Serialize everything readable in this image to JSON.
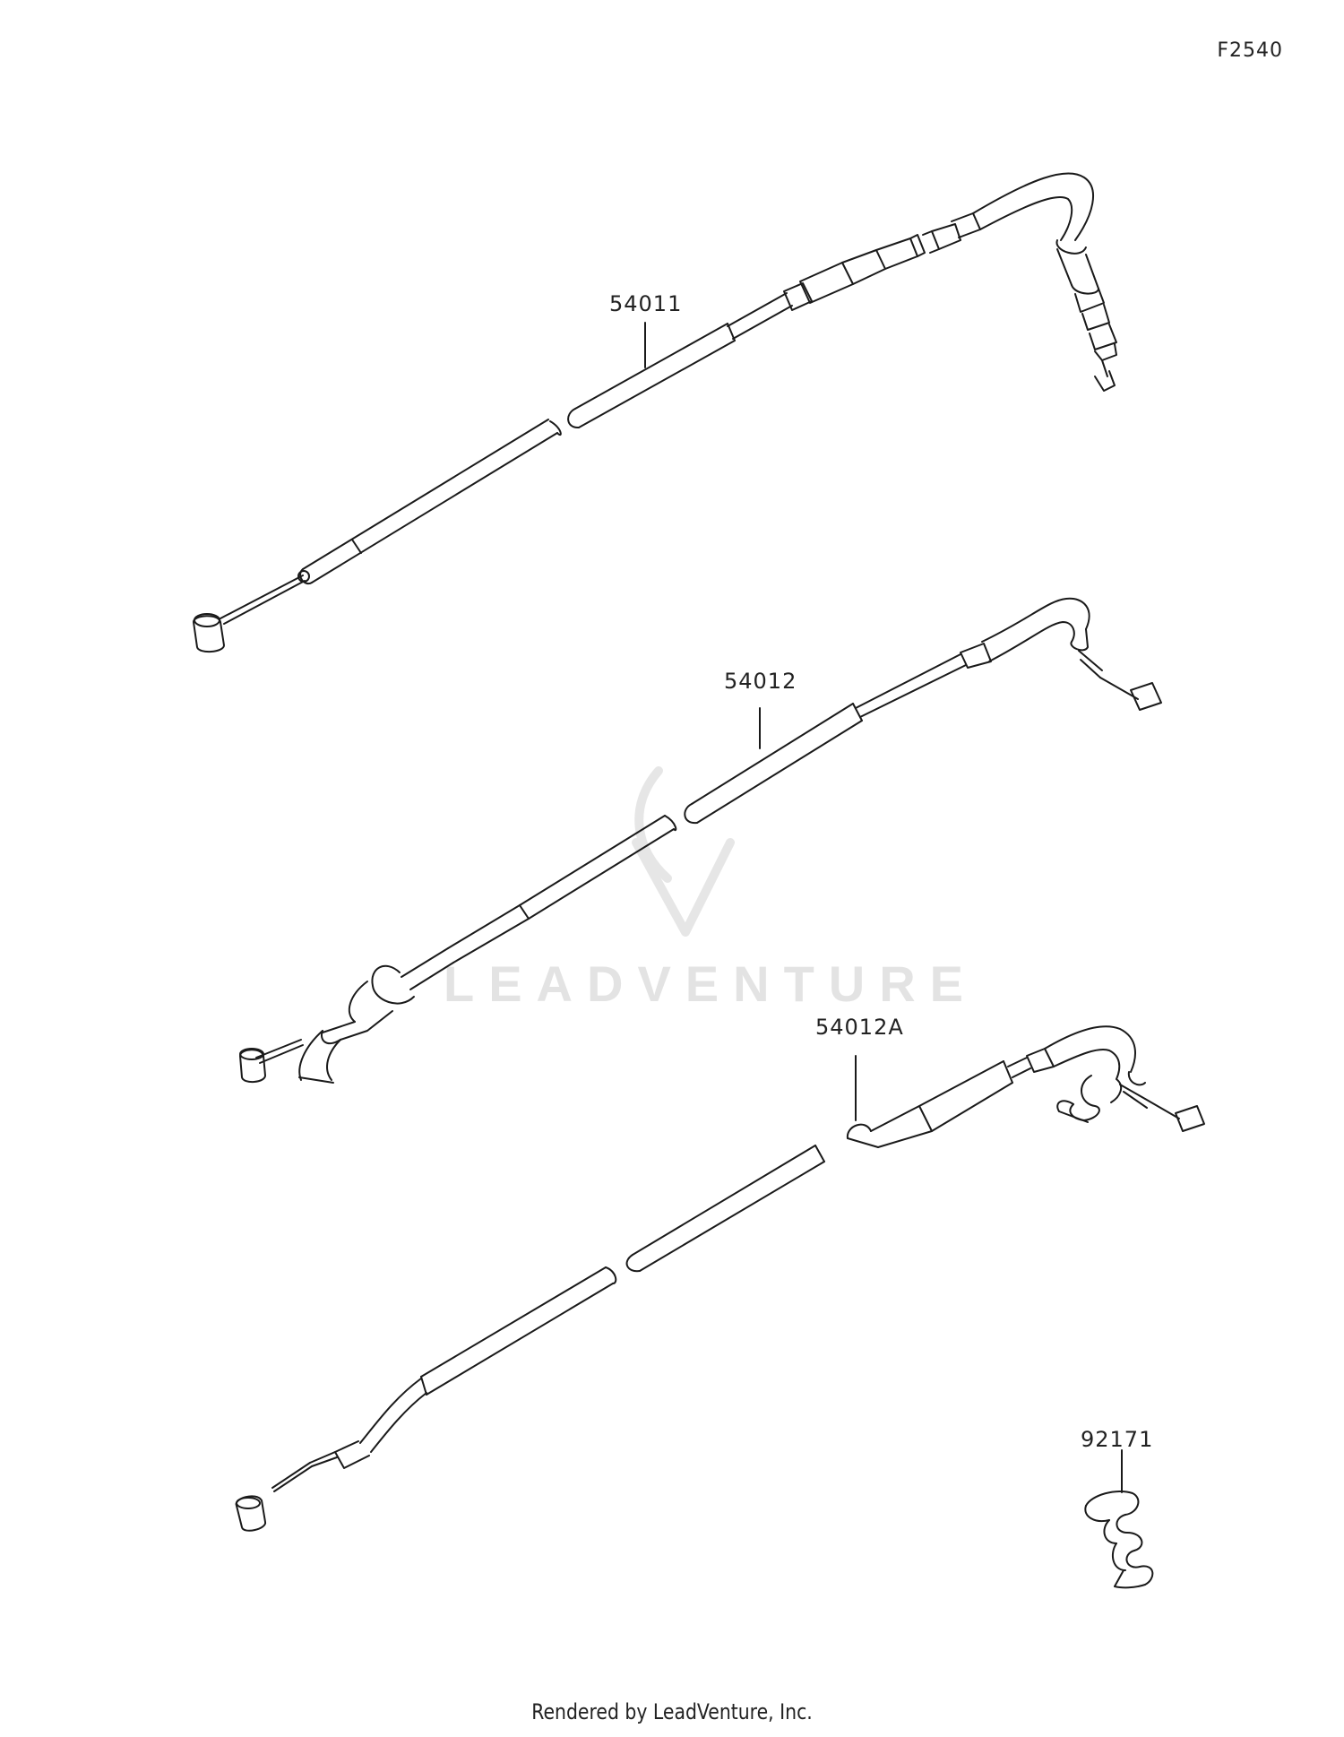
{
  "diagram_id": "F2540",
  "callouts": {
    "p54011": "54011",
    "p54012": "54012",
    "p54012a": "54012A",
    "p92171": "92171"
  },
  "watermark": "LEADVENTURE",
  "footer": "Rendered by LeadVenture, Inc."
}
